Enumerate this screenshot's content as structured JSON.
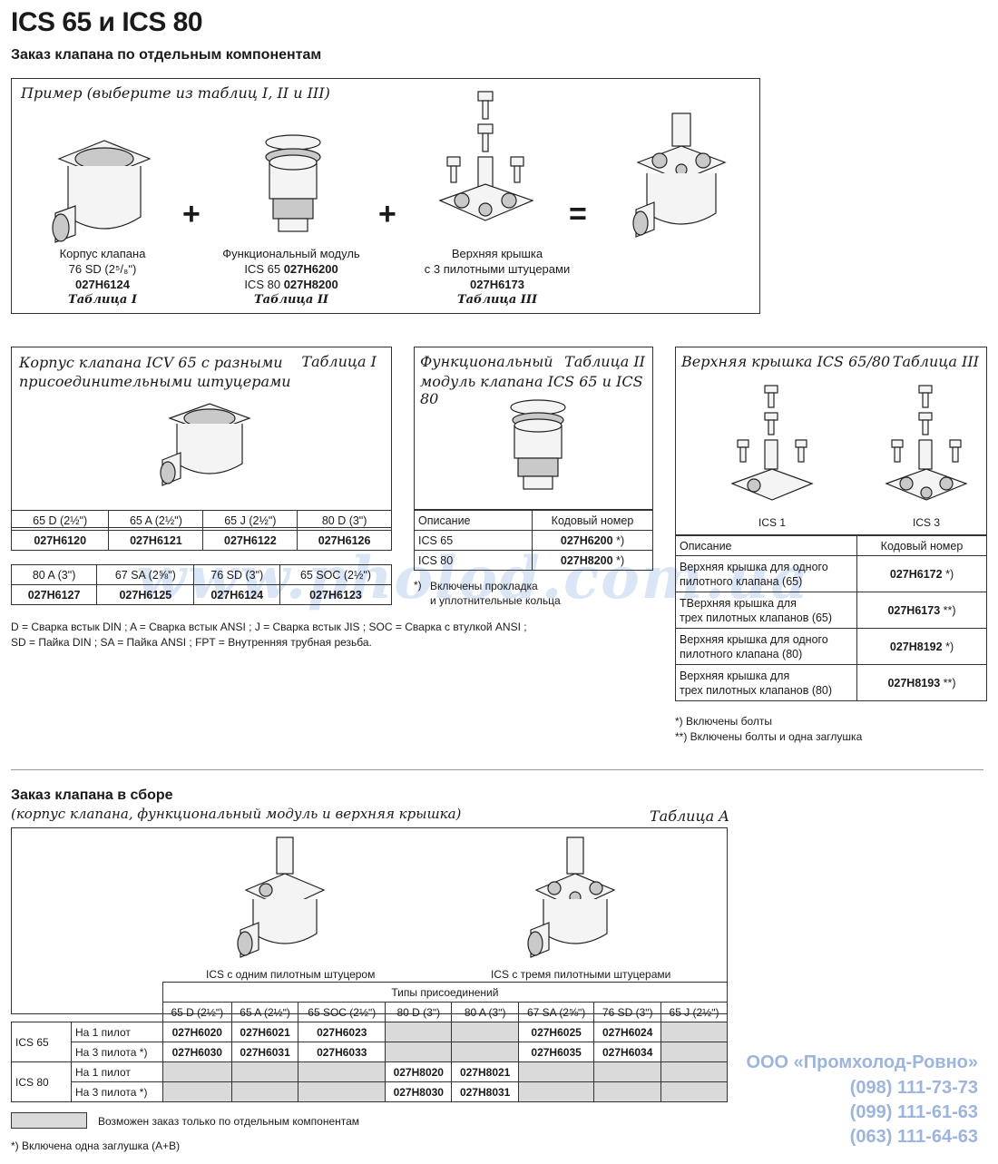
{
  "title": "ICS 65 и ICS 80",
  "subtitle_components": "Заказ клапана по отдельным компонентам",
  "example": {
    "heading": "Пример (выберите из таблиц I, II и III)",
    "plus": "+",
    "equals": "=",
    "body": {
      "name": "Корпус клапана",
      "size": "76 SD (2⁵/₈ʺ)",
      "code": "027H6124",
      "table": "Таблица I"
    },
    "module": {
      "name": "Функциональный модуль",
      "line1_label": "ICS 65",
      "line1_code": "027H6200",
      "line2_label": "ICS 80",
      "line2_code": "027H8200",
      "table": "Таблица II"
    },
    "cover": {
      "name": "Верхняя крышка",
      "desc": "с 3 пилотными штуцерами",
      "code": "027H6173",
      "table": "Таблица III"
    }
  },
  "table1": {
    "heading": "Корпус клапана ICV 65 с разными присоединительными штуцерами",
    "tag": "Таблица I",
    "row1_headers": [
      "65 D (2½ʺ)",
      "65 A (2½ʺ)",
      "65 J (2½ʺ)",
      "80 D (3ʺ)"
    ],
    "row1_codes": [
      "027H6120",
      "027H6121",
      "027H6122",
      "027H6126"
    ],
    "row2_headers": [
      "80 A (3ʺ)",
      "67 SA (2⅝ʺ)",
      "76 SD (3ʺ)",
      "65 SOC (2½ʺ)"
    ],
    "row2_codes": [
      "027H6127",
      "027H6125",
      "027H6124",
      "027H6123"
    ],
    "legend1": "D = Сварка встык DIN ; A = Сварка встык ANSI ; J = Сварка встык JIS ; SOC = Сварка с втулкой ANSI ;",
    "legend2": "SD = Пайка DIN ; SA = Пайка ANSI ; FPT = Внутренняя трубная резьба."
  },
  "table2": {
    "heading1": "Функциональный",
    "heading2": "модуль клапана ICS 65 и ICS 80",
    "tag": "Таблица II",
    "col_desc": "Описание",
    "col_code": "Кодовый номер",
    "rows": [
      {
        "desc": "ICS 65",
        "code": "027H6200",
        "note": "*)"
      },
      {
        "desc": "ICS 80",
        "code": "027H8200",
        "note": "*)"
      }
    ],
    "footnote_mark": "*)",
    "footnote1": "Включены прокладка",
    "footnote2": "и уплотнительные кольца"
  },
  "table3": {
    "heading": "Верхняя крышка ICS 65/80",
    "tag": "Таблица III",
    "label_ics1": "ICS 1",
    "label_ics3": "ICS 3",
    "col_desc": "Описание",
    "col_code": "Кодовый номер",
    "rows": [
      {
        "desc1": "Верхняя крышка для одного",
        "desc2": "пилотного клапана (65)",
        "code": "027H6172",
        "note": "*)"
      },
      {
        "desc1": "ТВерхняя крышка для",
        "desc2": "трех пилотных клапанов (65)",
        "code": "027H6173",
        "note": "**)"
      },
      {
        "desc1": "Верхняя крышка для одного",
        "desc2": "пилотного клапана (80)",
        "code": "027H8192",
        "note": "*)"
      },
      {
        "desc1": "Верхняя крышка для",
        "desc2": "трех пилотных клапанов (80)",
        "code": "027H8193",
        "note": "**)"
      }
    ],
    "footnote1": "*)  Включены болты",
    "footnote2": "**) Включены болты и одна заглушка"
  },
  "assembly": {
    "heading": "Заказ клапана в сборе",
    "subheading": "(корпус клапана, функциональный модуль и верхняя крышка)",
    "tag": "Таблица A",
    "label_one": "ICS с одним пилотным штуцером",
    "label_three": "ICS с тремя пилотными штуцерами",
    "group_header": "Типы присоединений",
    "columns": [
      "65 D (2½ʺ)",
      "65 A (2½ʺ)",
      "65 SOC (2½ʺ)",
      "80 D (3ʺ)",
      "80 A (3ʺ)",
      "67 SA (2⅝ʺ)",
      "76 SD (3ʺ)",
      "65 J (2½ʺ)"
    ],
    "groups": [
      {
        "name": "ICS 65",
        "rows": [
          {
            "label": "На 1 пилот",
            "cells": [
              "027H6020",
              "027H6021",
              "027H6023",
              "",
              "",
              "027H6025",
              "027H6024",
              ""
            ]
          },
          {
            "label": "На 3 пилота *)",
            "cells": [
              "027H6030",
              "027H6031",
              "027H6033",
              "",
              "",
              "027H6035",
              "027H6034",
              ""
            ]
          }
        ]
      },
      {
        "name": "ICS 80",
        "rows": [
          {
            "label": "На 1 пилот",
            "cells": [
              "",
              "",
              "",
              "027H8020",
              "027H8021",
              "",
              "",
              ""
            ]
          },
          {
            "label": "На 3 пилота *)",
            "cells": [
              "",
              "",
              "",
              "027H8030",
              "027H8031",
              "",
              "",
              ""
            ]
          }
        ]
      }
    ],
    "legend_gray": "Возможен заказ только по отдельным компонентам",
    "footnote": "*) Включена одна заглушка (A+B)"
  },
  "watermark": "www.pholod.com.ua",
  "contacts": {
    "company": "ООО «Промхолод-Ровно»",
    "phones": [
      "(098) 111-73-73",
      "(099) 111-61-63",
      "(063) 111-64-63"
    ]
  },
  "colors": {
    "gray_cell": "#dadada",
    "watermark": "#9db5dd"
  }
}
